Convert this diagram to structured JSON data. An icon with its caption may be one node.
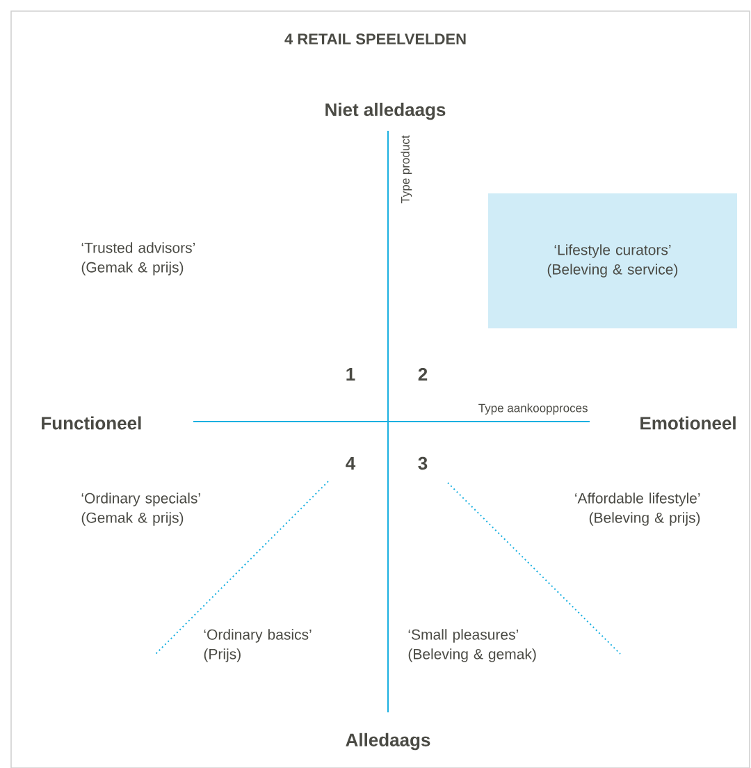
{
  "diagram": {
    "title": "4 RETAIL SPEELVELDEN",
    "nodes": [
      {
        "text": [
          "‘Lifestyle curators’ (Beleving & service)"
        ]
      }
    ],
    "labels": [
      "Niet alledaags",
      "Type product",
      "‘Trusted advisors’ (Gemak & prijs)",
      "1",
      "2",
      "Functioneel",
      "Type aankoopproces",
      "Emotioneel",
      "4",
      "3",
      "‘Ordinary specials’ (Gemak & prijs)",
      "‘Affordable lifestyle’ (Beleving & prijs)",
      "‘Ordinary basics’ (Prijs)",
      "‘Small pleasures’ (Beleving & gemak)",
      "Alledaags"
    ]
  }
}
